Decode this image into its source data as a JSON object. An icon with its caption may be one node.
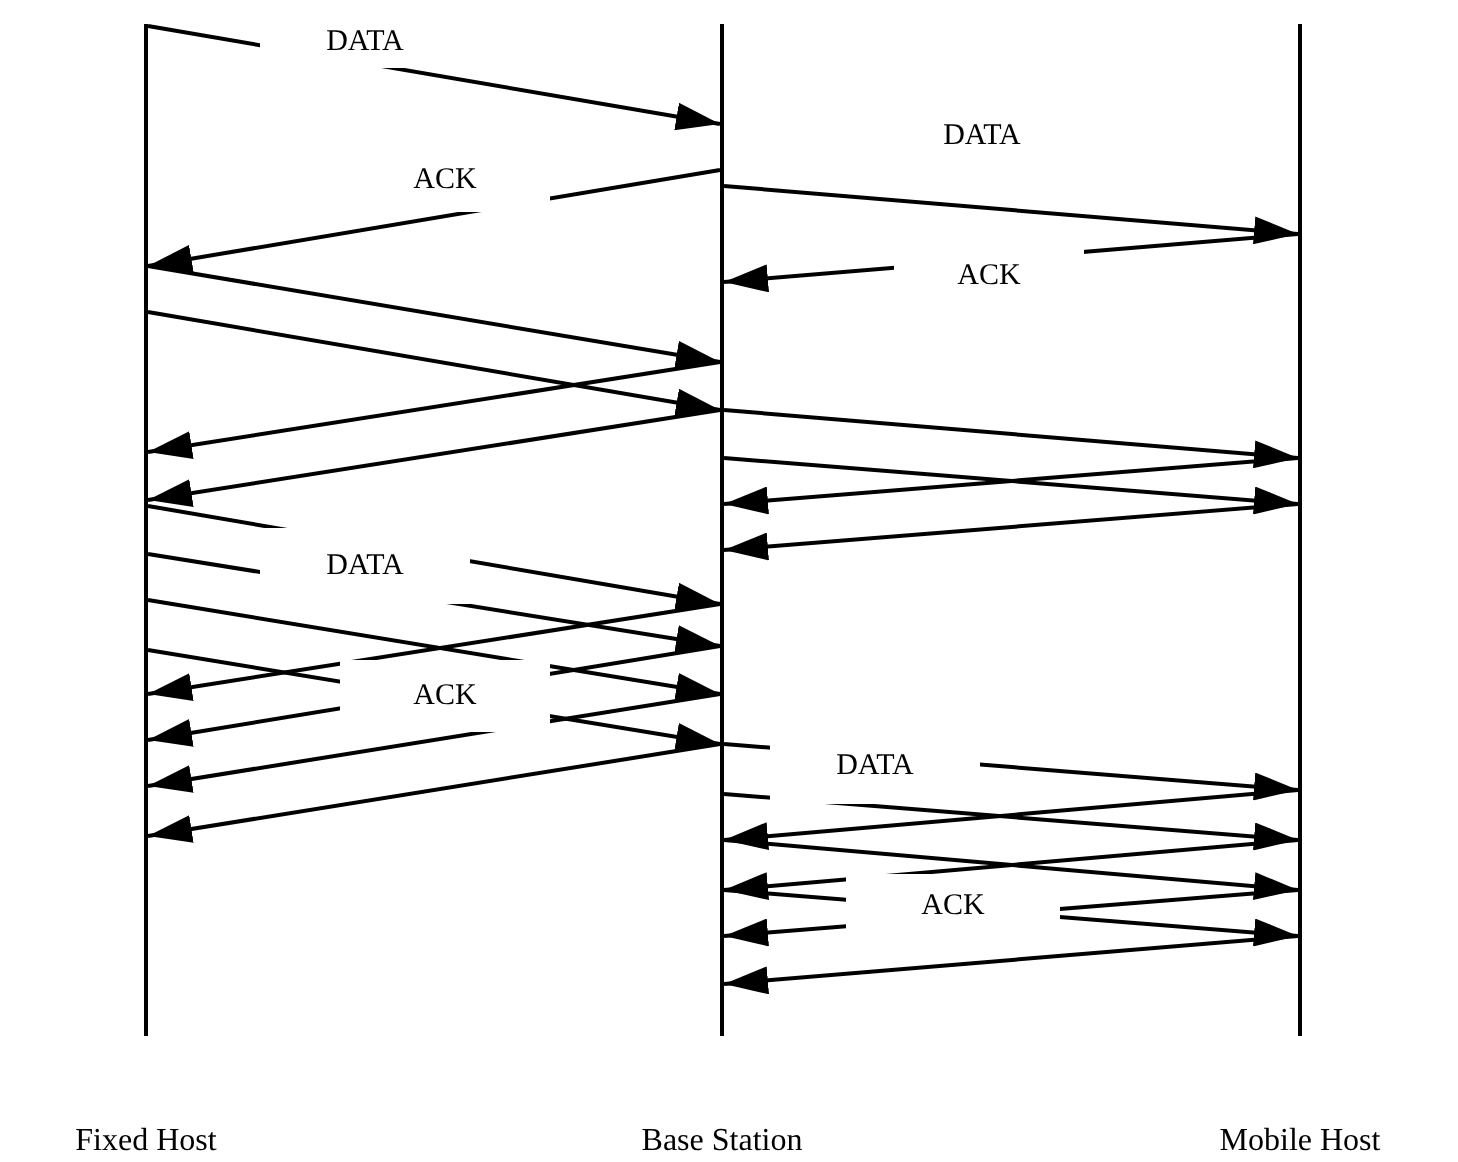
{
  "diagram": {
    "nodes": [
      {
        "text": [],
        "shape": "line",
        "beside": [
          "Fixed Host"
        ]
      },
      {
        "text": [],
        "shape": "line",
        "beside": [
          "Base Station"
        ]
      },
      {
        "text": [],
        "shape": "line",
        "beside": [
          "Mobile Host"
        ]
      }
    ],
    "edges": [
      {
        "from": 0,
        "to": 1,
        "arrow": "to",
        "label": "DATA"
      },
      {
        "from": 1,
        "to": 0,
        "arrow": "to",
        "label": "ACK"
      },
      {
        "from": 1,
        "to": 2,
        "arrow": "to",
        "label": "DATA"
      },
      {
        "from": 2,
        "to": 1,
        "arrow": "to",
        "label": "ACK"
      },
      {
        "from": 0,
        "to": 1,
        "arrow": "to"
      },
      {
        "from": 0,
        "to": 1,
        "arrow": "to"
      },
      {
        "from": 1,
        "to": 0,
        "arrow": "to"
      },
      {
        "from": 1,
        "to": 0,
        "arrow": "to"
      },
      {
        "from": 1,
        "to": 2,
        "arrow": "to"
      },
      {
        "from": 1,
        "to": 2,
        "arrow": "to"
      },
      {
        "from": 2,
        "to": 1,
        "arrow": "to"
      },
      {
        "from": 2,
        "to": 1,
        "arrow": "to"
      },
      {
        "from": 0,
        "to": 1,
        "arrow": "to",
        "label": "DATA"
      },
      {
        "from": 0,
        "to": 1,
        "arrow": "to"
      },
      {
        "from": 0,
        "to": 1,
        "arrow": "to"
      },
      {
        "from": 0,
        "to": 1,
        "arrow": "to"
      },
      {
        "from": 1,
        "to": 0,
        "arrow": "to"
      },
      {
        "from": 1,
        "to": 0,
        "arrow": "to",
        "label": "ACK"
      },
      {
        "from": 1,
        "to": 0,
        "arrow": "to"
      },
      {
        "from": 1,
        "to": 0,
        "arrow": "to"
      },
      {
        "from": 1,
        "to": 2,
        "arrow": "to",
        "label": "DATA"
      },
      {
        "from": 1,
        "to": 2,
        "arrow": "to"
      },
      {
        "from": 1,
        "to": 2,
        "arrow": "to"
      },
      {
        "from": 1,
        "to": 2,
        "arrow": "to"
      },
      {
        "from": 2,
        "to": 1,
        "arrow": "to"
      },
      {
        "from": 2,
        "to": 1,
        "arrow": "to"
      },
      {
        "from": 2,
        "to": 1,
        "arrow": "to",
        "label": "ACK"
      },
      {
        "from": 2,
        "to": 1,
        "arrow": "to"
      }
    ]
  }
}
